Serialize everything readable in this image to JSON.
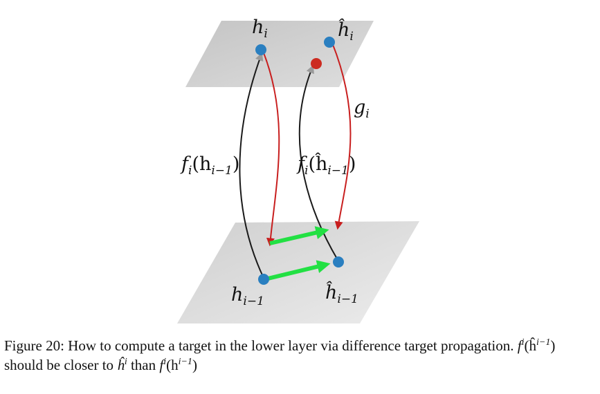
{
  "diagram": {
    "labels": {
      "h_i": "h",
      "h_i_sub": "i",
      "h_hat_i": "ĥ",
      "h_hat_i_sub": "i",
      "g_i": "g",
      "g_i_sub": "i",
      "f_left_f": "f",
      "f_left_sub": "i",
      "f_left_open": "(h",
      "f_left_arg_sub": "i−1",
      "f_left_close": ")",
      "f_right_f": "f",
      "f_right_sub": "i",
      "f_right_open": "(ĥ",
      "f_right_arg_sub": "i−1",
      "f_right_close": ")",
      "h_im1": "h",
      "h_im1_sub": "i−1",
      "h_hat_im1": "ĥ",
      "h_hat_im1_sub": "i−1"
    },
    "colors": {
      "plane": "#cfcfcf",
      "node": "#2a7fc0",
      "target_node": "#cc2b20",
      "forward_arrow": "#1a1a1a",
      "feedback_arrow": "#c81e1e",
      "difference_arrow": "#22e043"
    }
  },
  "caption": {
    "prefix": "Figure 20:  How to compute a target in the lower layer via difference target propagation.",
    "f1": "f",
    "f1_sup": "i",
    "f1_arg_open": "(ĥ",
    "f1_arg_sup": "i−1",
    "f1_arg_close": ")",
    "middle": " should be closer to ",
    "target": "ĥ",
    "target_sup": "i",
    "than": " than ",
    "f2": "f",
    "f2_sup": "i",
    "f2_arg_open": "(h",
    "f2_arg_sup": "i−1",
    "f2_arg_close": ")"
  }
}
